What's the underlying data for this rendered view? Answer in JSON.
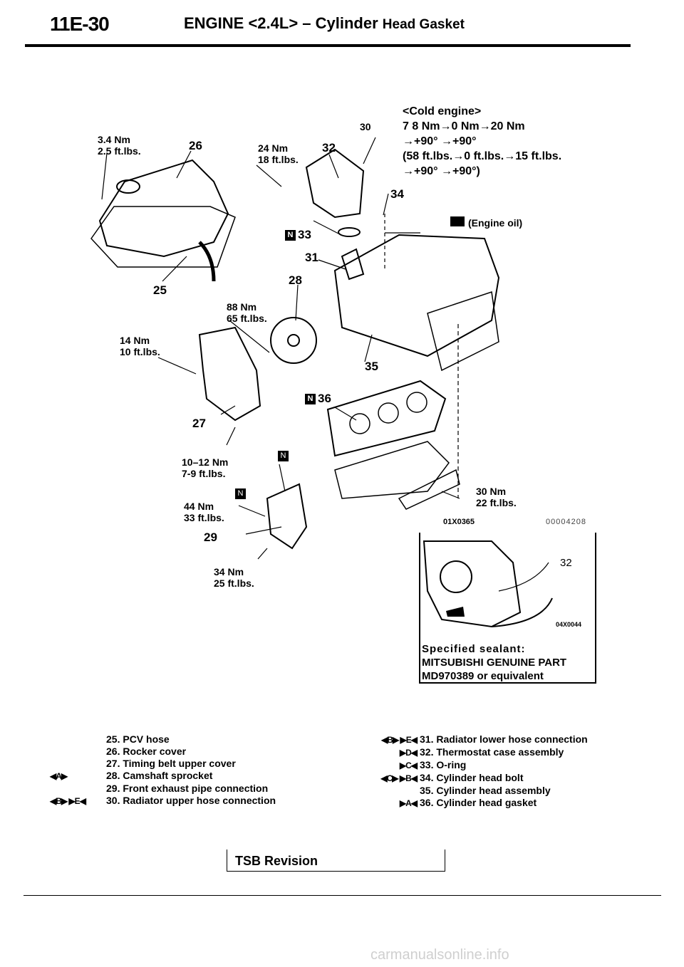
{
  "header": {
    "code": "11E-30",
    "title_main": "ENGINE <2.4L> – Cylinder",
    "title_small": "Head Gasket"
  },
  "specs": {
    "s26": [
      "3.4 Nm",
      "2.5 ft.lbs."
    ],
    "s32": [
      "24 Nm",
      "18 ft.lbs."
    ],
    "s28": [
      "88 Nm",
      "65 ft.lbs."
    ],
    "s27a": [
      "14 Nm",
      "10 ft.lbs."
    ],
    "s27b": [
      "10–12 Nm",
      "7-9 ft.lbs."
    ],
    "s29a": [
      "44 Nm",
      "33 ft.lbs."
    ],
    "s29b": [
      "34 Nm",
      "25 ft.lbs."
    ],
    "s30": [
      "30 Nm",
      "22 ft.lbs."
    ]
  },
  "cold_engine": [
    "<Cold engine>",
    "7 8 Nm→0 Nm→20 Nm",
    "→+90° →+90°",
    "(58 ft.lbs.→0 ft.lbs.→15 ft.lbs.",
    "→+90° →+90°)"
  ],
  "engine_oil": "(Engine oil)",
  "callouts": {
    "c25": "25",
    "c26": "26",
    "c27": "27",
    "c28": "28",
    "c29": "29",
    "c30": "30",
    "c31": "31",
    "c32": "32",
    "c33": "33",
    "c34": "34",
    "c35": "35",
    "c36": "36",
    "c32b": "32",
    "n": "N"
  },
  "diagram_code": "01X0365",
  "diagram_number": "00004208",
  "inset_code": "04X0044",
  "sealant": [
    "Specified sealant:",
    "MITSUBISHI GENUINE PART",
    "MD970389 or equivalent"
  ],
  "legend_left": [
    {
      "tag": "",
      "text": "25. PCV hose"
    },
    {
      "tag": "",
      "text": "26. Rocker cover"
    },
    {
      "tag": "",
      "text": "27. Timing belt upper cover"
    },
    {
      "tag": "◀A▶",
      "text": "28. Camshaft sprocket"
    },
    {
      "tag": "",
      "text": "29. Front exhaust pipe connection"
    },
    {
      "tag": "◀B▶ ▶E◀",
      "text": "30. Radiator upper hose connection"
    }
  ],
  "legend_right": [
    {
      "tag": "◀B▶ ▶E◀",
      "text": "31. Radiator lower hose connection"
    },
    {
      "tag": "▶D◀",
      "text": "32. Thermostat case assembly"
    },
    {
      "tag": "▶C◀",
      "text": "33. O-ring"
    },
    {
      "tag": "◀C▶ ▶B◀",
      "text": "34. Cylinder head bolt"
    },
    {
      "tag": "",
      "text": "35. Cylinder head assembly"
    },
    {
      "tag": "▶A◀",
      "text": "36. Cylinder head gasket"
    }
  ],
  "footer": {
    "tsb": "TSB Revision",
    "watermark": "carmanualsonline.info"
  }
}
